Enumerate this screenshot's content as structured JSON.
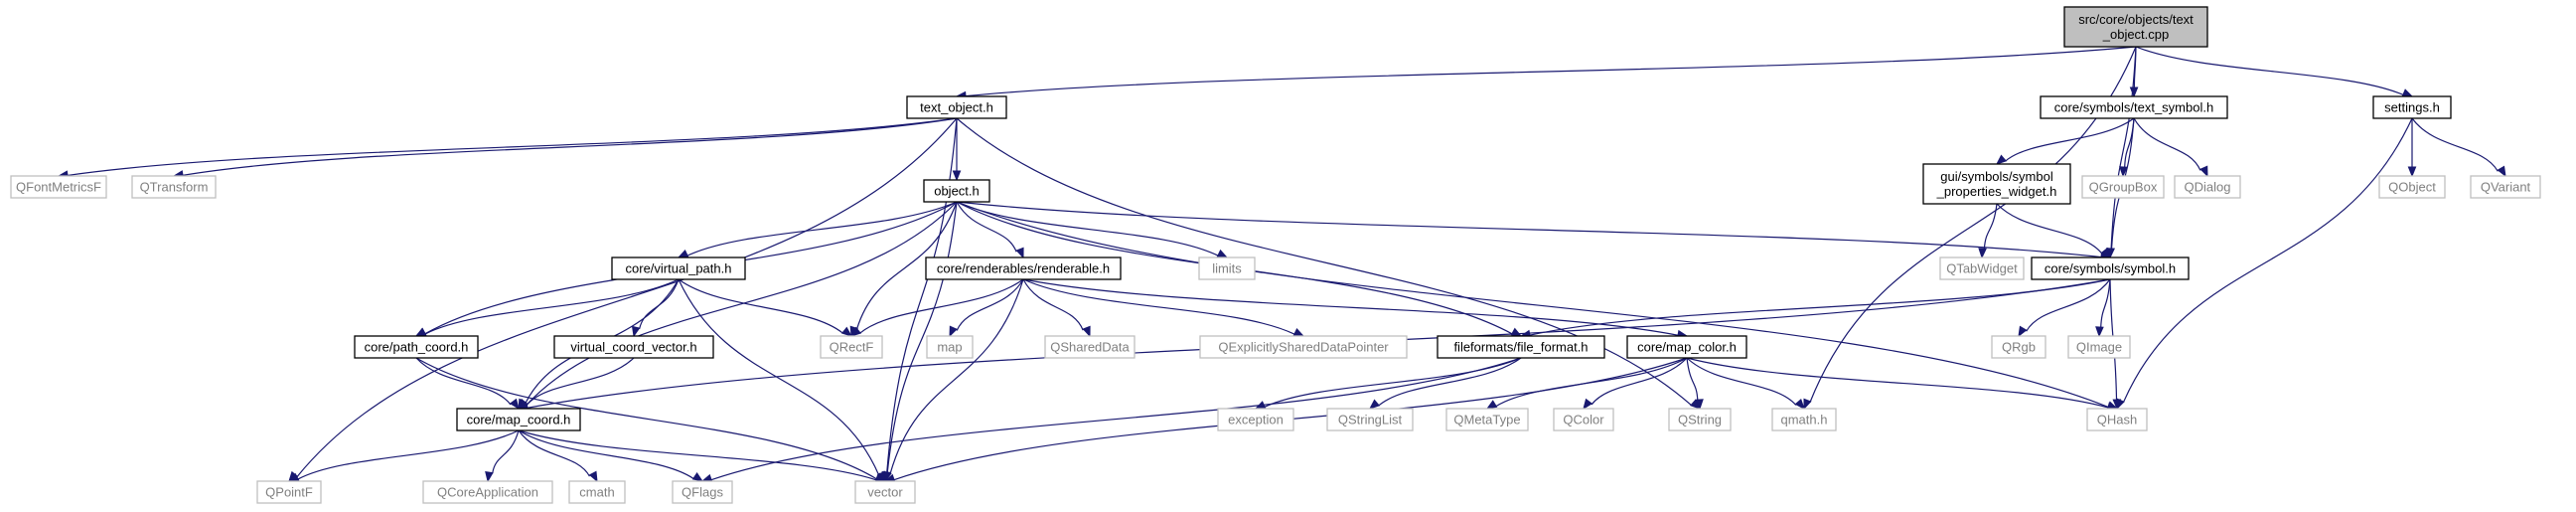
{
  "diagram": {
    "nodes": [
      {
        "id": "root",
        "lines": [
          "src/core/objects/text",
          "_object.cpp"
        ],
        "kind": "root"
      },
      {
        "id": "text_object_h",
        "lines": [
          "text_object.h"
        ],
        "kind": "doc"
      },
      {
        "id": "text_symbol_h",
        "lines": [
          "core/symbols/text_symbol.h"
        ],
        "kind": "doc"
      },
      {
        "id": "settings_h",
        "lines": [
          "settings.h"
        ],
        "kind": "doc"
      },
      {
        "id": "QFontMetricsF",
        "lines": [
          "QFontMetricsF"
        ],
        "kind": "ext"
      },
      {
        "id": "QTransform",
        "lines": [
          "QTransform"
        ],
        "kind": "ext"
      },
      {
        "id": "object_h",
        "lines": [
          "object.h"
        ],
        "kind": "doc"
      },
      {
        "id": "sym_props_widget",
        "lines": [
          "gui/symbols/symbol",
          "_properties_widget.h"
        ],
        "kind": "doc"
      },
      {
        "id": "QGroupBox",
        "lines": [
          "QGroupBox"
        ],
        "kind": "ext"
      },
      {
        "id": "QDialog",
        "lines": [
          "QDialog"
        ],
        "kind": "ext"
      },
      {
        "id": "QObject",
        "lines": [
          "QObject"
        ],
        "kind": "ext"
      },
      {
        "id": "QVariant",
        "lines": [
          "QVariant"
        ],
        "kind": "ext"
      },
      {
        "id": "virtual_path_h",
        "lines": [
          "core/virtual_path.h"
        ],
        "kind": "doc"
      },
      {
        "id": "renderable_h",
        "lines": [
          "core/renderables/renderable.h"
        ],
        "kind": "doc"
      },
      {
        "id": "limits",
        "lines": [
          "limits"
        ],
        "kind": "ext"
      },
      {
        "id": "QTabWidget",
        "lines": [
          "QTabWidget"
        ],
        "kind": "ext"
      },
      {
        "id": "symbol_h",
        "lines": [
          "core/symbols/symbol.h"
        ],
        "kind": "doc"
      },
      {
        "id": "path_coord_h",
        "lines": [
          "core/path_coord.h"
        ],
        "kind": "doc"
      },
      {
        "id": "vcv_h",
        "lines": [
          "virtual_coord_vector.h"
        ],
        "kind": "doc"
      },
      {
        "id": "QRectF",
        "lines": [
          "QRectF"
        ],
        "kind": "ext"
      },
      {
        "id": "map",
        "lines": [
          "map"
        ],
        "kind": "ext"
      },
      {
        "id": "QSharedData",
        "lines": [
          "QSharedData"
        ],
        "kind": "ext"
      },
      {
        "id": "QESDP",
        "lines": [
          "QExplicitlySharedDataPointer"
        ],
        "kind": "ext"
      },
      {
        "id": "file_format_h",
        "lines": [
          "fileformats/file_format.h"
        ],
        "kind": "doc"
      },
      {
        "id": "map_color_h",
        "lines": [
          "core/map_color.h"
        ],
        "kind": "doc"
      },
      {
        "id": "QRgb",
        "lines": [
          "QRgb"
        ],
        "kind": "ext"
      },
      {
        "id": "QImage",
        "lines": [
          "QImage"
        ],
        "kind": "ext"
      },
      {
        "id": "map_coord_h",
        "lines": [
          "core/map_coord.h"
        ],
        "kind": "doc"
      },
      {
        "id": "exception",
        "lines": [
          "exception"
        ],
        "kind": "ext"
      },
      {
        "id": "QStringList",
        "lines": [
          "QStringList"
        ],
        "kind": "ext"
      },
      {
        "id": "QMetaType",
        "lines": [
          "QMetaType"
        ],
        "kind": "ext"
      },
      {
        "id": "QColor",
        "lines": [
          "QColor"
        ],
        "kind": "ext"
      },
      {
        "id": "QString",
        "lines": [
          "QString"
        ],
        "kind": "ext"
      },
      {
        "id": "qmath_h",
        "lines": [
          "qmath.h"
        ],
        "kind": "ext"
      },
      {
        "id": "QHash",
        "lines": [
          "QHash"
        ],
        "kind": "ext"
      },
      {
        "id": "QPointF",
        "lines": [
          "QPointF"
        ],
        "kind": "ext"
      },
      {
        "id": "QCoreApplication",
        "lines": [
          "QCoreApplication"
        ],
        "kind": "ext"
      },
      {
        "id": "cmath",
        "lines": [
          "cmath"
        ],
        "kind": "ext"
      },
      {
        "id": "QFlags",
        "lines": [
          "QFlags"
        ],
        "kind": "ext"
      },
      {
        "id": "vector",
        "lines": [
          "vector"
        ],
        "kind": "ext"
      }
    ],
    "edges": [
      [
        "root",
        "text_object_h"
      ],
      [
        "root",
        "text_symbol_h"
      ],
      [
        "root",
        "settings_h"
      ],
      [
        "root",
        "symbol_h"
      ],
      [
        "root",
        "qmath_h"
      ],
      [
        "text_object_h",
        "QFontMetricsF"
      ],
      [
        "text_object_h",
        "QTransform"
      ],
      [
        "text_object_h",
        "object_h"
      ],
      [
        "text_object_h",
        "QPointF"
      ],
      [
        "text_object_h",
        "QString"
      ],
      [
        "text_object_h",
        "vector"
      ],
      [
        "text_symbol_h",
        "sym_props_widget"
      ],
      [
        "text_symbol_h",
        "QGroupBox"
      ],
      [
        "text_symbol_h",
        "QDialog"
      ],
      [
        "text_symbol_h",
        "symbol_h"
      ],
      [
        "settings_h",
        "QObject"
      ],
      [
        "settings_h",
        "QVariant"
      ],
      [
        "settings_h",
        "QHash"
      ],
      [
        "object_h",
        "virtual_path_h"
      ],
      [
        "object_h",
        "renderable_h"
      ],
      [
        "object_h",
        "limits"
      ],
      [
        "object_h",
        "symbol_h"
      ],
      [
        "object_h",
        "path_coord_h"
      ],
      [
        "object_h",
        "QRectF"
      ],
      [
        "object_h",
        "map_coord_h"
      ],
      [
        "object_h",
        "vector"
      ],
      [
        "object_h",
        "file_format_h"
      ],
      [
        "object_h",
        "QHash"
      ],
      [
        "sym_props_widget",
        "QTabWidget"
      ],
      [
        "sym_props_widget",
        "symbol_h"
      ],
      [
        "virtual_path_h",
        "path_coord_h"
      ],
      [
        "virtual_path_h",
        "vcv_h"
      ],
      [
        "virtual_path_h",
        "QRectF"
      ],
      [
        "virtual_path_h",
        "map_coord_h"
      ],
      [
        "virtual_path_h",
        "vector"
      ],
      [
        "renderable_h",
        "QRectF"
      ],
      [
        "renderable_h",
        "map"
      ],
      [
        "renderable_h",
        "QSharedData"
      ],
      [
        "renderable_h",
        "QESDP"
      ],
      [
        "renderable_h",
        "map_color_h"
      ],
      [
        "renderable_h",
        "vector"
      ],
      [
        "symbol_h",
        "file_format_h"
      ],
      [
        "symbol_h",
        "map_coord_h"
      ],
      [
        "symbol_h",
        "QRgb"
      ],
      [
        "symbol_h",
        "QImage"
      ],
      [
        "symbol_h",
        "QHash"
      ],
      [
        "path_coord_h",
        "map_coord_h"
      ],
      [
        "path_coord_h",
        "vector"
      ],
      [
        "vcv_h",
        "map_coord_h"
      ],
      [
        "file_format_h",
        "exception"
      ],
      [
        "file_format_h",
        "QStringList"
      ],
      [
        "file_format_h",
        "QFlags"
      ],
      [
        "map_color_h",
        "QMetaType"
      ],
      [
        "map_color_h",
        "QColor"
      ],
      [
        "map_color_h",
        "QString"
      ],
      [
        "map_color_h",
        "qmath_h"
      ],
      [
        "map_color_h",
        "QHash"
      ],
      [
        "map_color_h",
        "vector"
      ],
      [
        "map_coord_h",
        "QPointF"
      ],
      [
        "map_coord_h",
        "QCoreApplication"
      ],
      [
        "map_coord_h",
        "cmath"
      ],
      [
        "map_coord_h",
        "QFlags"
      ],
      [
        "map_coord_h",
        "vector"
      ]
    ]
  },
  "colors": {
    "edge": "#191970",
    "root_fill": "#bfbfbf",
    "doc_border": "#000000",
    "ext_border": "#bfbfbf",
    "ext_text": "#808080"
  }
}
